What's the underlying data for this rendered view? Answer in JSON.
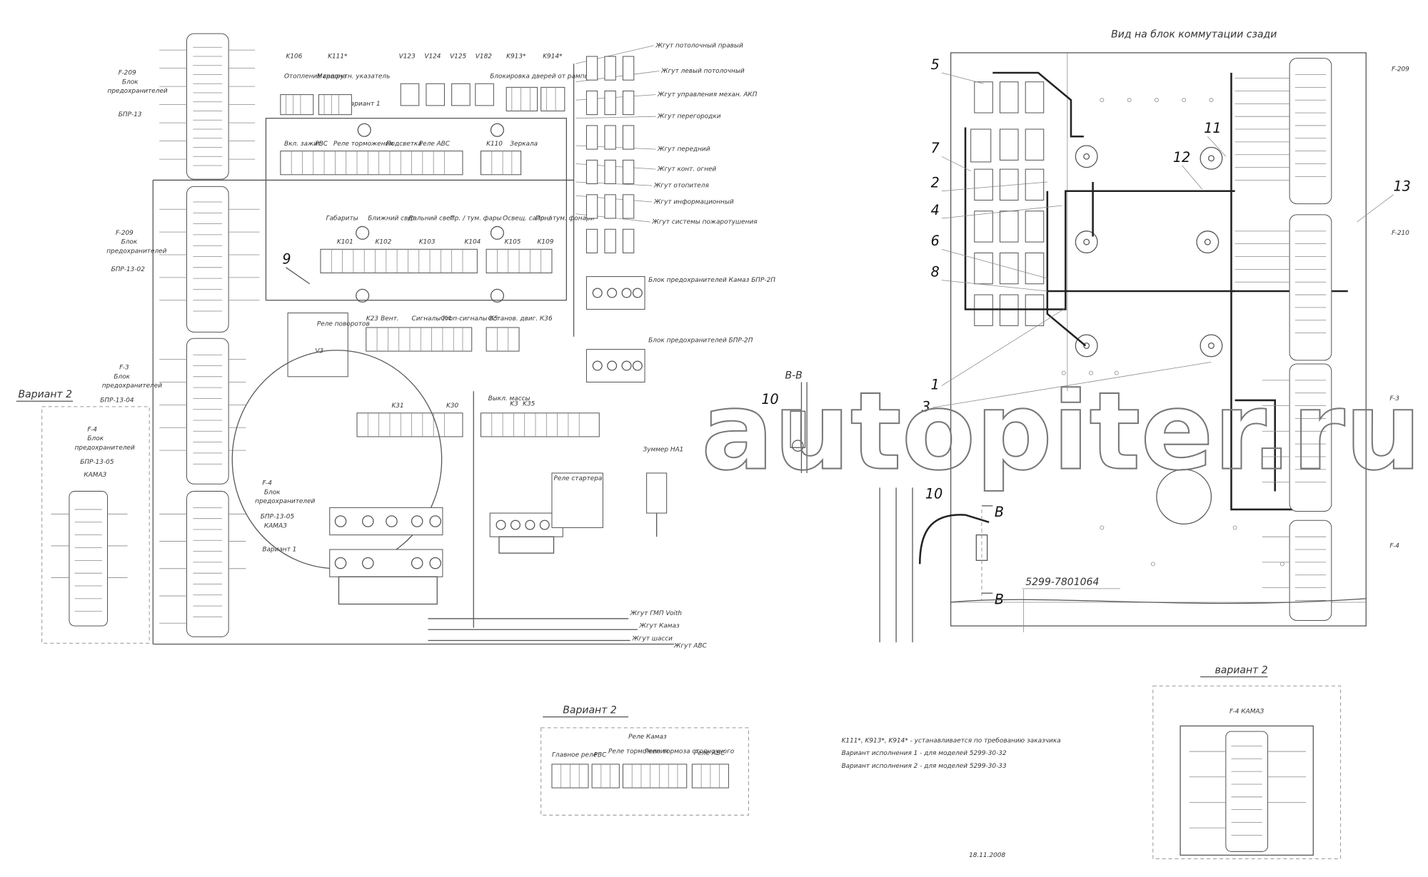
{
  "watermark": "autopiter.ru",
  "rear_view_title": "Вид на блок коммутации сзади",
  "callouts": [
    "1",
    "2",
    "3",
    "4",
    "5",
    "6",
    "7",
    "8",
    "9",
    "10",
    "11",
    "12",
    "13"
  ],
  "section": {
    "title": "В-В",
    "marker": "В",
    "part_number": "5299-7801064"
  },
  "variant_labels": {
    "variant1": "Вариант 1",
    "variant2": "Вариант 2"
  },
  "fuse_blocks": {
    "f209a": [
      "F-209",
      "Блок",
      "предохранителей",
      "БПР-13"
    ],
    "f209b": [
      "F-209",
      "Блок",
      "предохранителей",
      "БПР-13-02"
    ],
    "f3": [
      "F-3",
      "Блок",
      "предохранителей",
      "БПР-13-04"
    ],
    "f4": [
      "F-4",
      "Блок",
      "предохранителей",
      "БПР-13-05",
      "КАМАЗ"
    ],
    "f4b": [
      "F-4",
      "Блок",
      "предохранителей",
      "БПР-13-05"
    ],
    "right": [
      "F-209",
      "F-210",
      "F-3",
      "F-4"
    ]
  },
  "relay_labels": {
    "top_codes": [
      "K106",
      "K111*",
      "V123",
      "V124",
      "V125",
      "V182",
      "K913*",
      "K914*"
    ],
    "top_names": [
      "Отопление салона",
      "Маршрутн. указатель",
      "Блокировка дверей от рампы"
    ],
    "row2": [
      "Вкл. зажиг.",
      "РВС",
      "Реле торможения",
      "Подсветка",
      "Реле АВС",
      "K110",
      "Зеркала"
    ],
    "row3": [
      "Габариты",
      "Ближний свет",
      "Дальний свет",
      "Пр. / тум. фары",
      "Освещ. салона",
      "Пр. / тум. фонари"
    ],
    "row3_codes": [
      "K101",
      "K102",
      "K103",
      "K104",
      "K105",
      "K109"
    ],
    "row4": [
      "K23",
      "Вент.",
      "Сигналы К4",
      "Стоп-сигналы К5",
      "Останов. двиг. К36"
    ],
    "relay_v3": [
      "Реле поворотов",
      "V3"
    ],
    "row5": [
      "K31",
      "K30",
      "Выкл. массы",
      "K3",
      "K35"
    ],
    "misc": [
      "Реле стартера",
      "Зуммер НА1",
      "Реле Камаз"
    ]
  },
  "harness_labels": [
    "Жгут потолочный правый",
    "Жгут левый потолочный",
    "Жгут управления механ. АКП",
    "Жгут перегородки",
    "Жгут передний",
    "Жгут конт. огней",
    "Жгут отопителя",
    "Жгут информационный",
    "Жгут системы пожаротушения"
  ],
  "mid_blocks": [
    "Блок предохранителей Камаз БПР-2П",
    "Блок предохранителей БПР-2П"
  ],
  "bottom_harness": [
    "Жгут ГМП Voith",
    "Жгут Камаз",
    "Жгут шасси",
    "Жгут АВС"
  ],
  "variant2_box": {
    "title": "Вариант 2",
    "header": "Реле Камаз",
    "labels": [
      "Главное реле",
      "РВС",
      "Реле торможения",
      "Реле тормоза стояночного",
      "Реле АВС"
    ]
  },
  "notes": [
    "K111*, K913*, K914* - устанавливается по требованию заказчика",
    "Вариант исполнения 1 - для моделей 5299-30-32",
    "Вариант исполнения 2 - для моделей 5299-30-33"
  ],
  "variant2_right": {
    "title": "вариант 2",
    "block": "F-4 КАМАЗ"
  },
  "date": "18.11.2008"
}
